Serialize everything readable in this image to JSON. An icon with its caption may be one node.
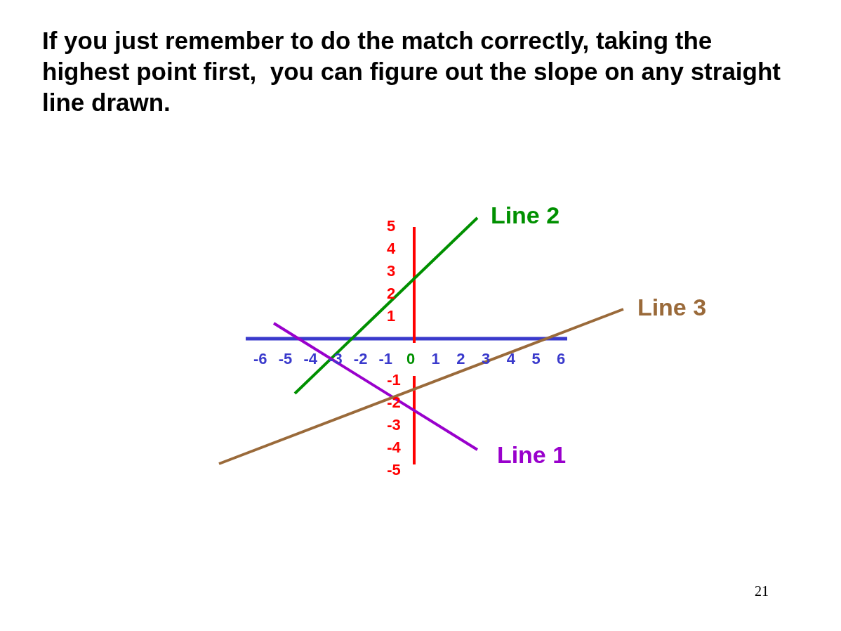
{
  "diagram": {
    "title": "If you just remember to do the match correctly, taking the highest point first,  you can figure out the slope on any straight line drawn.",
    "labels": [
      "Line 2",
      "5",
      "4",
      "3",
      "2",
      "Line 3",
      "1",
      "-6",
      "-5",
      "-4",
      "-3",
      "-2",
      "-1",
      "0",
      "1",
      "2",
      "3",
      "4",
      "5",
      "6",
      "-1",
      "-2",
      "-3",
      "-4",
      "Line 1",
      "-5",
      "21"
    ]
  }
}
